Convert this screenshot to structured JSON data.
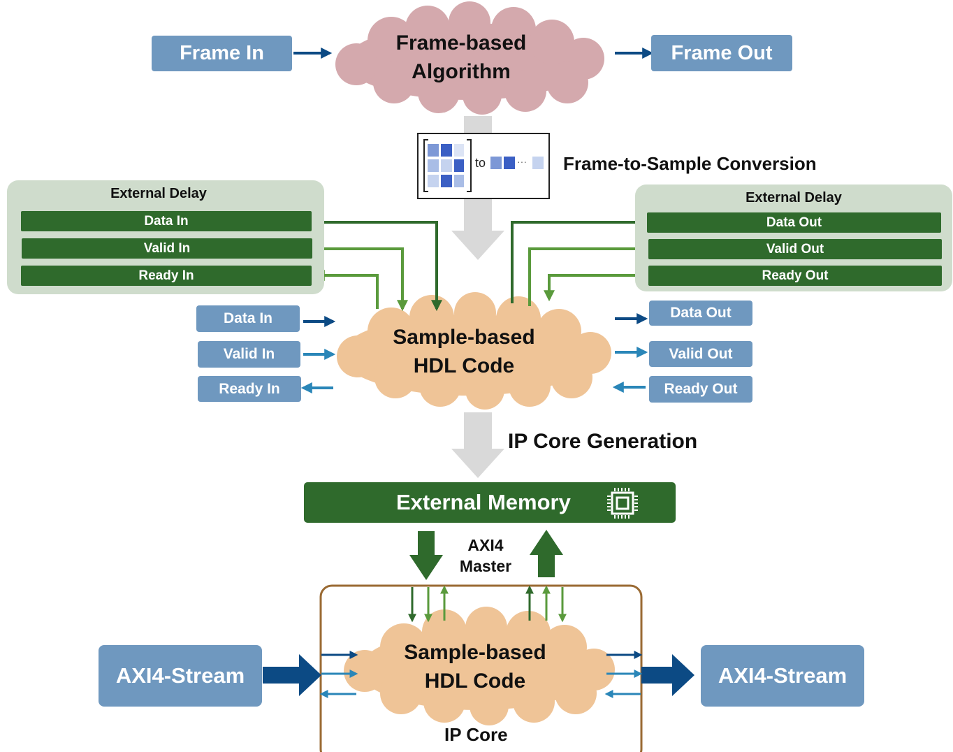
{
  "frame_stage": {
    "frame_in": "Frame In",
    "algorithm": "Frame-based Algorithm",
    "frame_out": "Frame Out"
  },
  "conversion": {
    "label": "Frame-to-Sample Conversion",
    "icon_to": "to",
    "icon_ellipsis": "···"
  },
  "left_delay": {
    "title": "External Delay",
    "signals": [
      "Data In",
      "Valid In",
      "Ready In"
    ]
  },
  "right_delay": {
    "title": "External Delay",
    "signals": [
      "Data Out",
      "Valid Out",
      "Ready Out"
    ]
  },
  "hdl_middle": {
    "label": "Sample-based HDL Code",
    "inputs": [
      "Data In",
      "Valid In",
      "Ready In"
    ],
    "outputs": [
      "Data Out",
      "Valid Out",
      "Ready Out"
    ]
  },
  "ip_generation": {
    "label": "IP Core Generation"
  },
  "external_memory": {
    "label": "External Memory",
    "icon": "chip-icon"
  },
  "axi_master": {
    "label": "AXI4 Master"
  },
  "ip_core": {
    "label": "IP Core",
    "hdl_label": "Sample-based HDL Code",
    "stream_in": "AXI4-Stream",
    "stream_out": "AXI4-Stream"
  },
  "colors": {
    "blue_box": "#6f98bf",
    "dark_green": "#2f6a2c",
    "light_green_arrow": "#5a9a3c",
    "pink_cloud": "#d4a9ad",
    "tan_cloud": "#efc497",
    "grey_arrow": "#d9d9d9",
    "navy_arrow": "#0c4a84",
    "teal_arrow": "#2a86b8",
    "ip_border": "#9a6a33",
    "delay_panel": "#cfdccc"
  }
}
